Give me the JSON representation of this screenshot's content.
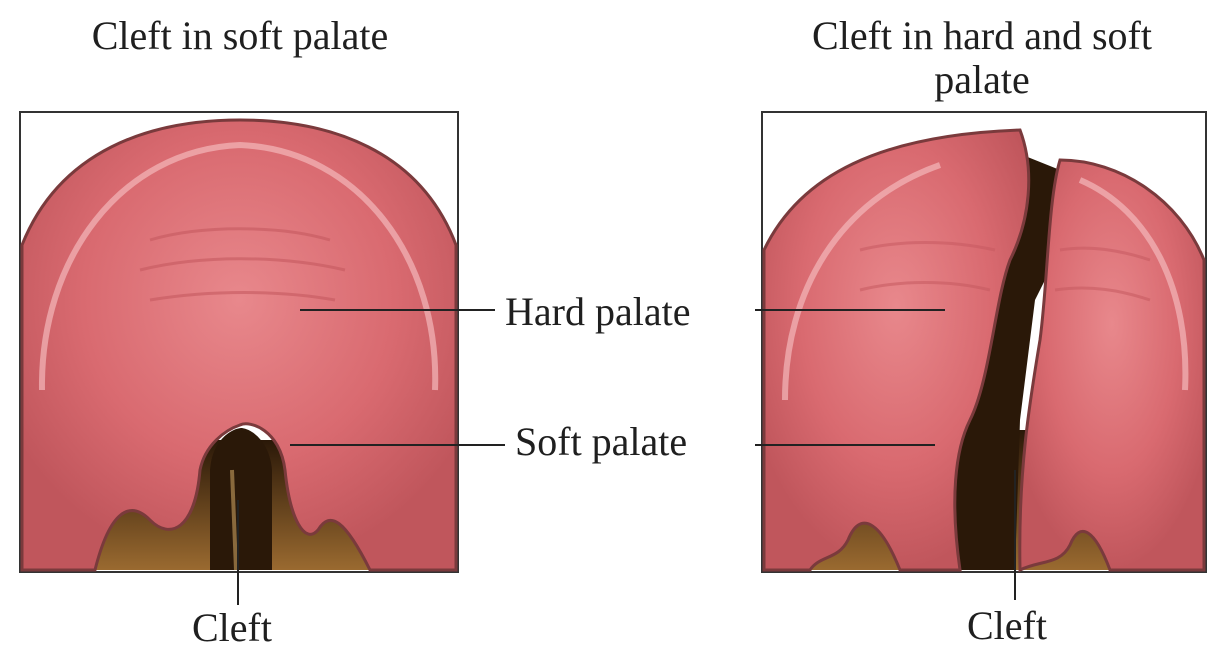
{
  "left_panel": {
    "title": "Cleft in soft palate",
    "cleft_label": "Cleft"
  },
  "right_panel": {
    "title": "Cleft in hard and soft palate",
    "cleft_label": "Cleft"
  },
  "labels": {
    "hard_palate": "Hard palate",
    "soft_palate": "Soft palate"
  },
  "colors": {
    "tissue": "#d96a70",
    "tissue_light": "#ea9aa0",
    "tissue_dark": "#b54a50",
    "gum_edge": "#7a3a3c",
    "cavity": "#3a2410",
    "throat": "#8a5a25"
  }
}
